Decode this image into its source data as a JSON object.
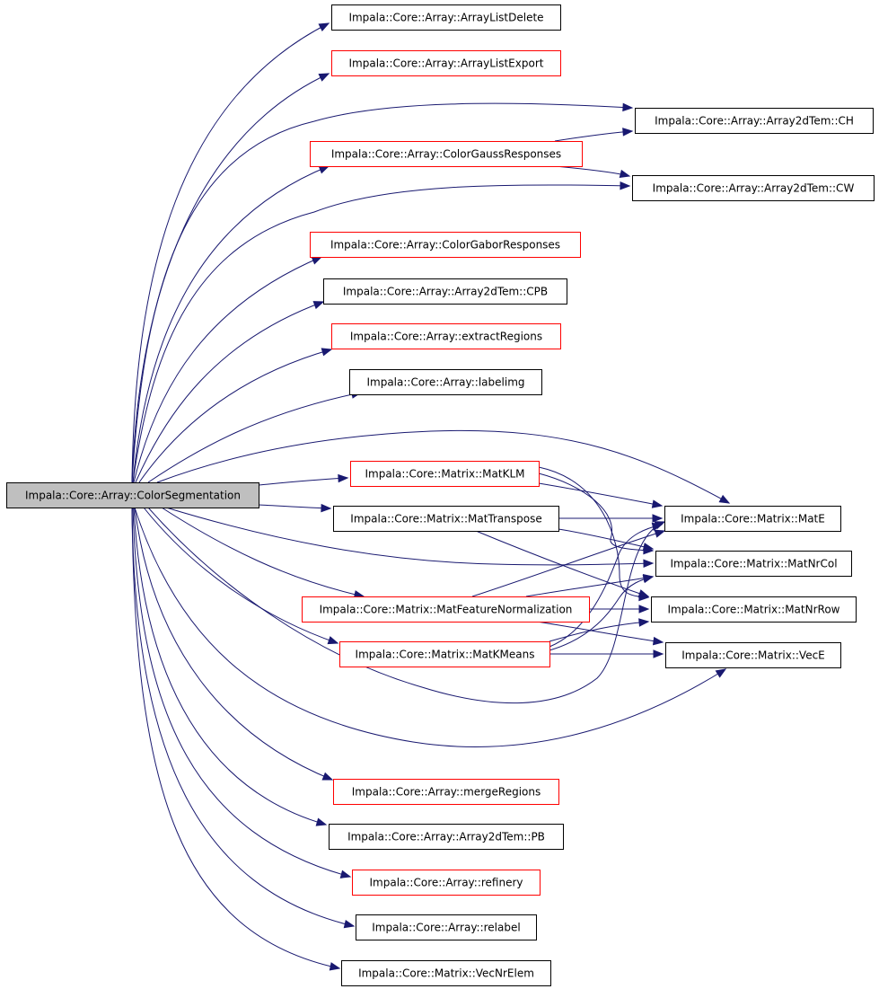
{
  "colors": {
    "edge": "#191970",
    "root_fill": "#bfbfbf",
    "border_documented": "#000000",
    "border_undocumented": "#ff0000",
    "background": "#ffffff"
  },
  "root": {
    "label": "Impala::Core::Array::ColorSegmentation"
  },
  "nodes": [
    {
      "id": "root",
      "label": "Impala::Core::Array::ColorSegmentation",
      "border": "black",
      "fill": "gray"
    },
    {
      "id": "ArrayListDelete",
      "label": "Impala::Core::Array::ArrayListDelete",
      "border": "black"
    },
    {
      "id": "ArrayListExport",
      "label": "Impala::Core::Array::ArrayListExport",
      "border": "red"
    },
    {
      "id": "CH",
      "label": "Impala::Core::Array::Array2dTem::CH",
      "border": "black"
    },
    {
      "id": "ColorGaussResponses",
      "label": "Impala::Core::Array::ColorGaussResponses",
      "border": "red"
    },
    {
      "id": "CW",
      "label": "Impala::Core::Array::Array2dTem::CW",
      "border": "black"
    },
    {
      "id": "ColorGaborResponses",
      "label": "Impala::Core::Array::ColorGaborResponses",
      "border": "red"
    },
    {
      "id": "CPB",
      "label": "Impala::Core::Array::Array2dTem::CPB",
      "border": "black"
    },
    {
      "id": "extractRegions",
      "label": "Impala::Core::Array::extractRegions",
      "border": "red"
    },
    {
      "id": "labelimg",
      "label": "Impala::Core::Array::labelimg",
      "border": "black"
    },
    {
      "id": "MatKLM",
      "label": "Impala::Core::Matrix::MatKLM",
      "border": "red"
    },
    {
      "id": "MatE",
      "label": "Impala::Core::Matrix::MatE",
      "border": "black"
    },
    {
      "id": "MatTranspose",
      "label": "Impala::Core::Matrix::MatTranspose",
      "border": "black"
    },
    {
      "id": "MatNrCol",
      "label": "Impala::Core::Matrix::MatNrCol",
      "border": "black"
    },
    {
      "id": "MatFeatureNormalization",
      "label": "Impala::Core::Matrix::MatFeatureNormalization",
      "border": "red"
    },
    {
      "id": "MatNrRow",
      "label": "Impala::Core::Matrix::MatNrRow",
      "border": "black"
    },
    {
      "id": "MatKMeans",
      "label": "Impala::Core::Matrix::MatKMeans",
      "border": "red"
    },
    {
      "id": "VecE",
      "label": "Impala::Core::Matrix::VecE",
      "border": "black"
    },
    {
      "id": "mergeRegions",
      "label": "Impala::Core::Array::mergeRegions",
      "border": "red"
    },
    {
      "id": "PB",
      "label": "Impala::Core::Array::Array2dTem::PB",
      "border": "black"
    },
    {
      "id": "refinery",
      "label": "Impala::Core::Array::refinery",
      "border": "red"
    },
    {
      "id": "relabel",
      "label": "Impala::Core::Array::relabel",
      "border": "black"
    },
    {
      "id": "VecNrElem",
      "label": "Impala::Core::Matrix::VecNrElem",
      "border": "black"
    }
  ],
  "edges": [
    {
      "from": "root",
      "to": "ArrayListDelete"
    },
    {
      "from": "root",
      "to": "ArrayListExport"
    },
    {
      "from": "root",
      "to": "CH"
    },
    {
      "from": "root",
      "to": "ColorGaussResponses"
    },
    {
      "from": "root",
      "to": "CW"
    },
    {
      "from": "root",
      "to": "ColorGaborResponses"
    },
    {
      "from": "root",
      "to": "CPB"
    },
    {
      "from": "root",
      "to": "extractRegions"
    },
    {
      "from": "root",
      "to": "labelimg"
    },
    {
      "from": "root",
      "to": "MatKLM"
    },
    {
      "from": "root",
      "to": "MatE"
    },
    {
      "from": "root",
      "to": "MatTranspose"
    },
    {
      "from": "root",
      "to": "MatNrCol"
    },
    {
      "from": "root",
      "to": "MatFeatureNormalization"
    },
    {
      "from": "root",
      "to": "MatNrRow"
    },
    {
      "from": "root",
      "to": "MatKMeans"
    },
    {
      "from": "root",
      "to": "VecE"
    },
    {
      "from": "root",
      "to": "mergeRegions"
    },
    {
      "from": "root",
      "to": "PB"
    },
    {
      "from": "root",
      "to": "refinery"
    },
    {
      "from": "root",
      "to": "relabel"
    },
    {
      "from": "root",
      "to": "VecNrElem"
    },
    {
      "from": "ColorGaussResponses",
      "to": "CH"
    },
    {
      "from": "ColorGaussResponses",
      "to": "CW"
    },
    {
      "from": "MatKLM",
      "to": "MatE"
    },
    {
      "from": "MatKLM",
      "to": "MatNrCol"
    },
    {
      "from": "MatKLM",
      "to": "MatNrRow"
    },
    {
      "from": "MatTranspose",
      "to": "MatE"
    },
    {
      "from": "MatTranspose",
      "to": "MatNrCol"
    },
    {
      "from": "MatTranspose",
      "to": "MatNrRow"
    },
    {
      "from": "MatFeatureNormalization",
      "to": "MatE"
    },
    {
      "from": "MatFeatureNormalization",
      "to": "MatNrCol"
    },
    {
      "from": "MatFeatureNormalization",
      "to": "MatNrRow"
    },
    {
      "from": "MatFeatureNormalization",
      "to": "VecE"
    },
    {
      "from": "MatKMeans",
      "to": "MatE"
    },
    {
      "from": "MatKMeans",
      "to": "MatNrCol"
    },
    {
      "from": "MatKMeans",
      "to": "MatNrRow"
    },
    {
      "from": "MatKMeans",
      "to": "VecE"
    }
  ]
}
